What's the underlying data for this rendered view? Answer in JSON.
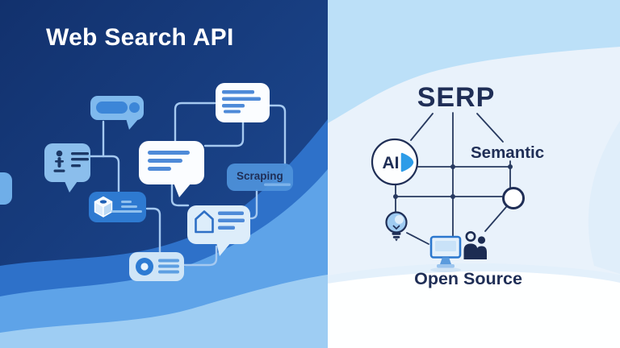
{
  "left": {
    "title": "Web Search API",
    "scraping_label": "Scraping",
    "colors": {
      "background_top": "#12316D",
      "background_bottom": "#1E4C96",
      "wave_medium": "#2E71C9",
      "wave_light": "#5EA3E8",
      "wave_lightest": "#9ECDF3",
      "bubble_light_blue": "#7FB9ED",
      "bubble_white": "#FBFDFF",
      "card_blue": "#2E7AD1",
      "connector": "#A5C9F0",
      "text_line_blue": "#4E8AD8"
    },
    "icons": {
      "chat-pill-icon": "pill + dot inside speech bubble",
      "person-icon": "standing figure silhouette",
      "cube-icon": "3d box",
      "house-icon": "house outline",
      "donut-icon": "ring"
    }
  },
  "right": {
    "serp_label": "SERP",
    "ai_label": "AI",
    "semantic_label": "Semantic",
    "open_source_label": "Open Source",
    "colors": {
      "background_sky": "#BCE0F8",
      "background_main": "#E9F2FB",
      "background_bottom": "#FFFFFF",
      "network_line": "#27395F",
      "text_navy": "#1F2E56",
      "accent_blue": "#2D9CE8"
    },
    "icons": {
      "ai-play-icon": "▶",
      "lightbulb-icon": "light bulb",
      "monitor-icon": "desktop computer",
      "people-icon": "two person silhouettes",
      "ring-node-icon": "open circle node"
    }
  }
}
